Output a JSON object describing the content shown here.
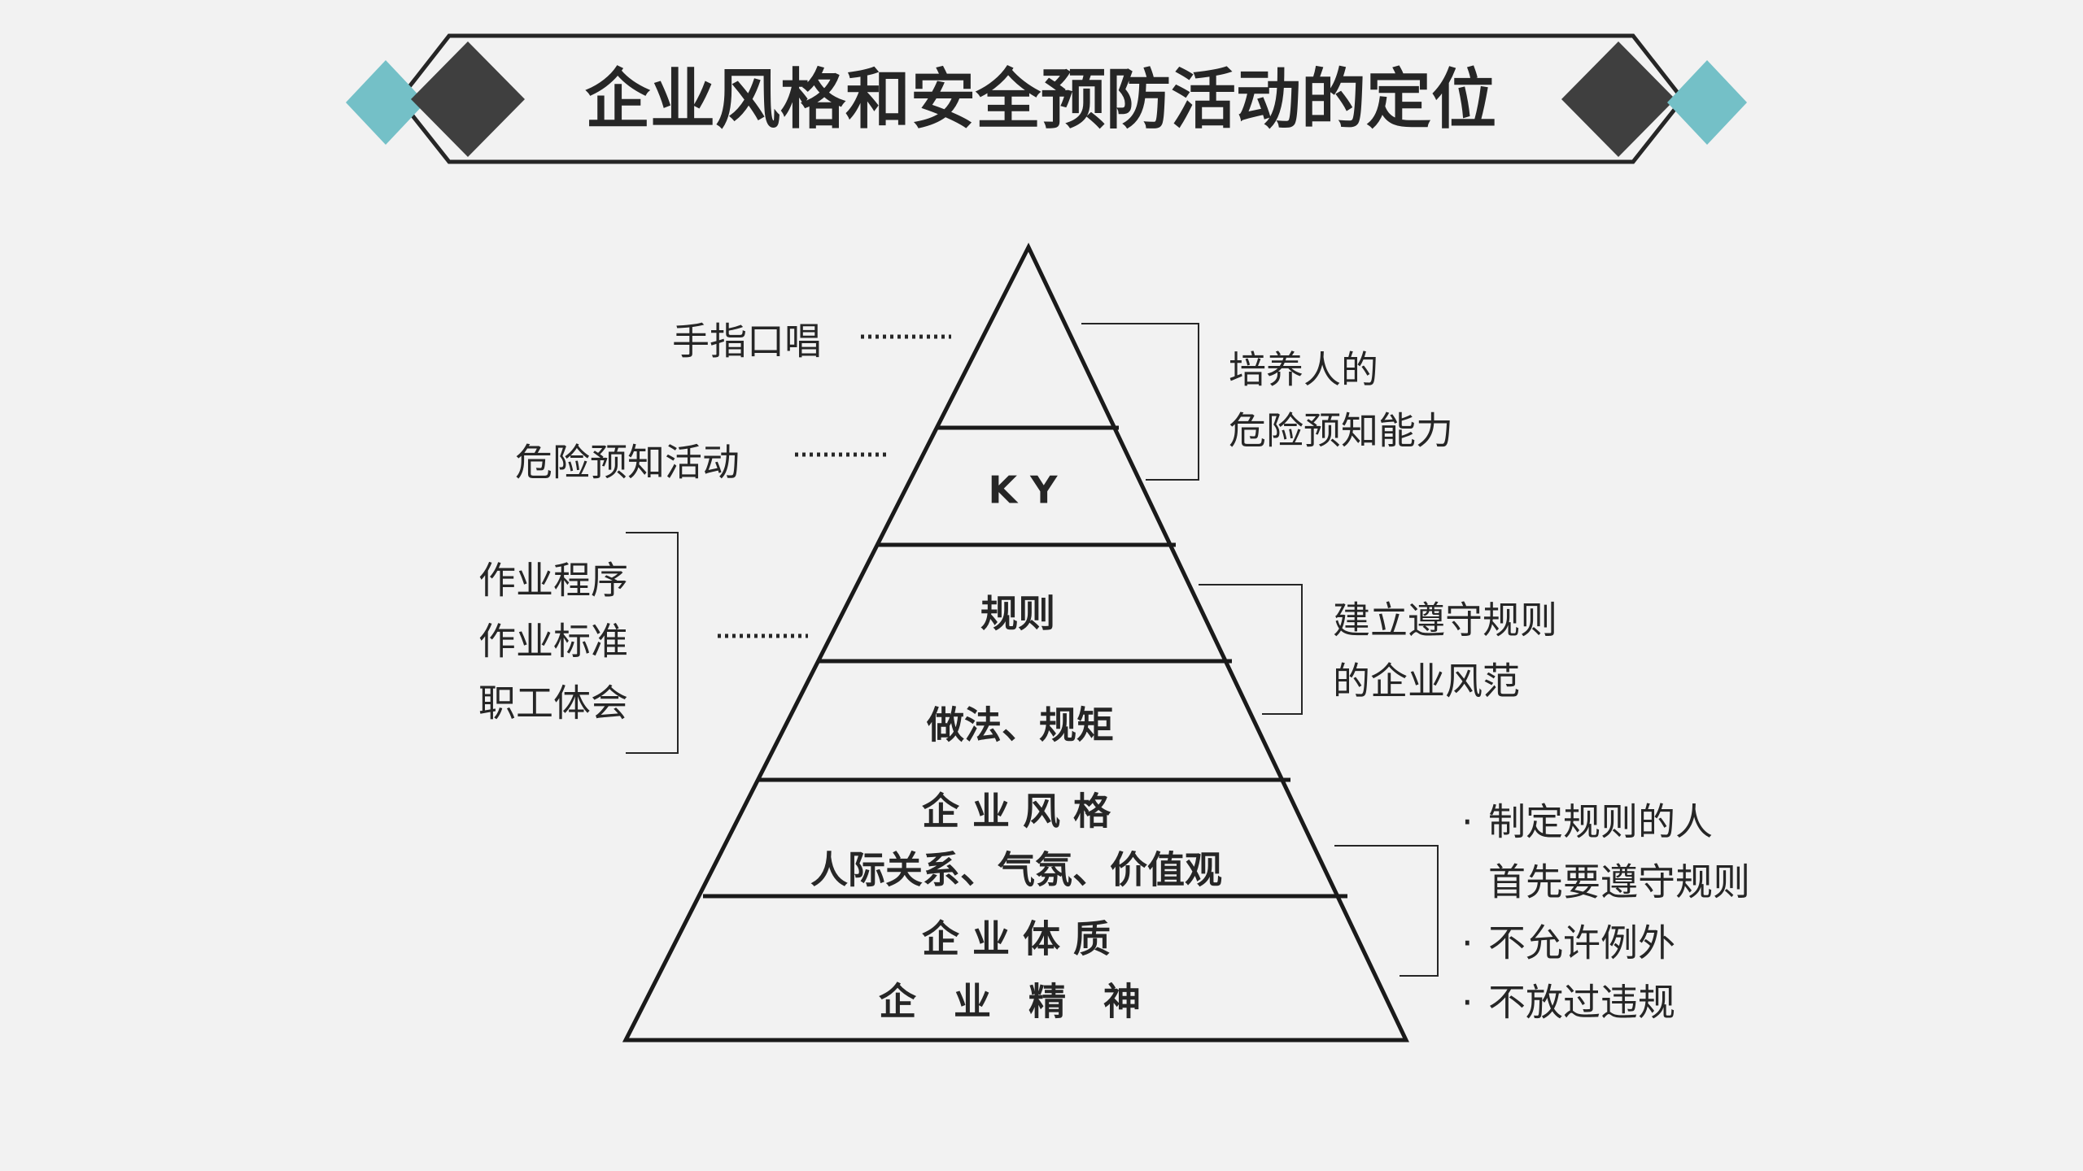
{
  "title": "企业风格和安全预防活动的定位",
  "colors": {
    "accent": "#74c0c7",
    "dark": "#3f3f3f",
    "background": "#f2f2f2",
    "line": "#1a1a1a"
  },
  "pyramid": {
    "levels": [
      "K Y",
      "规则",
      "做法、规矩",
      "企 业 风 格",
      "人际关系、气氛、价值观",
      "企 业 体 质",
      "企　业　精　神"
    ]
  },
  "left_labels": {
    "pointing_call": "手指口唱",
    "hazard_prediction": "危险预知活动",
    "group": [
      "作业程序",
      "作业标准",
      "职工体会"
    ]
  },
  "right_labels": {
    "cultivate": [
      "培养人的",
      "危险预知能力"
    ],
    "establish": [
      "建立遵守规则",
      "的企业风范"
    ],
    "bullets": [
      "制定规则的人",
      "首先要遵守规则",
      "不允许例外",
      "不放过违规"
    ],
    "bullet_mark": "·"
  }
}
